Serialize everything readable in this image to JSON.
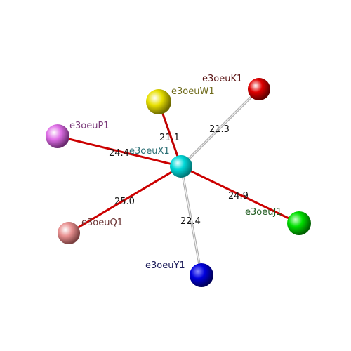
{
  "diagram": {
    "center": {
      "label": "e3oeuX1",
      "color": "#00d8d8",
      "label_color": "#2a6e74"
    },
    "nodes": [
      {
        "label": "e3oeuK1",
        "color": "#e00000",
        "label_color": "#5a1414",
        "distance": "21.3",
        "bond": "gray"
      },
      {
        "label": "e3oeuW1",
        "color": "#e8e000",
        "label_color": "#6e6a1a",
        "distance": "21.1",
        "bond": "red"
      },
      {
        "label": "e3oeuP1",
        "color": "#e070e8",
        "label_color": "#7a3a7a",
        "distance": "24.4",
        "bond": "red"
      },
      {
        "label": "e3oeuQ1",
        "color": "#e89090",
        "label_color": "#6a3434",
        "distance": "25.0",
        "bond": "red"
      },
      {
        "label": "e3oeuY1",
        "color": "#0000dd",
        "label_color": "#1c1c5a",
        "distance": "22.4",
        "bond": "gray"
      },
      {
        "label": "e3oeuJ1",
        "color": "#00e000",
        "label_color": "#1e5a1e",
        "distance": "24.9",
        "bond": "red"
      }
    ]
  }
}
